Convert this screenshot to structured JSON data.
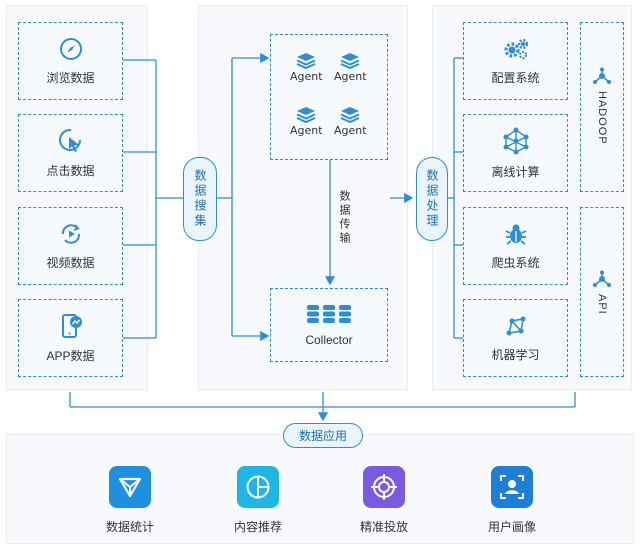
{
  "sources": [
    {
      "label": "浏览数据",
      "icon": "compass-icon"
    },
    {
      "label": "点击数据",
      "icon": "cursor-click-icon"
    },
    {
      "label": "视频数据",
      "icon": "video-play-icon"
    },
    {
      "label": "APP数据",
      "icon": "phone-chart-icon"
    }
  ],
  "collect_label": "数据搜集",
  "agents": [
    "Agent",
    "Agent",
    "Agent",
    "Agent"
  ],
  "transfer_label": "数据传输",
  "collector_label": "Collector",
  "process_label": "数据处理",
  "systems": [
    {
      "label": "配置系统",
      "icon": "gears-icon"
    },
    {
      "label": "离线计算",
      "icon": "network-icon"
    },
    {
      "label": "爬虫系统",
      "icon": "bug-icon"
    },
    {
      "label": "机器学习",
      "icon": "graph-nodes-icon"
    }
  ],
  "side_labels": [
    "HADOOP",
    "API"
  ],
  "apply_label": "数据应用",
  "applications": [
    {
      "label": "数据统计",
      "icon": "filter-triangle-icon",
      "color": "#1f8fe0"
    },
    {
      "label": "内容推荐",
      "icon": "pie-circle-icon",
      "color": "#1fb6e6"
    },
    {
      "label": "精准投放",
      "icon": "target-icon",
      "color": "#7a5be0"
    },
    {
      "label": "用户画像",
      "icon": "user-portrait-icon",
      "color": "#1f7fd6"
    }
  ],
  "colors": {
    "accent": "#2e8fd6",
    "pill_bg": "#eaf4fc"
  }
}
